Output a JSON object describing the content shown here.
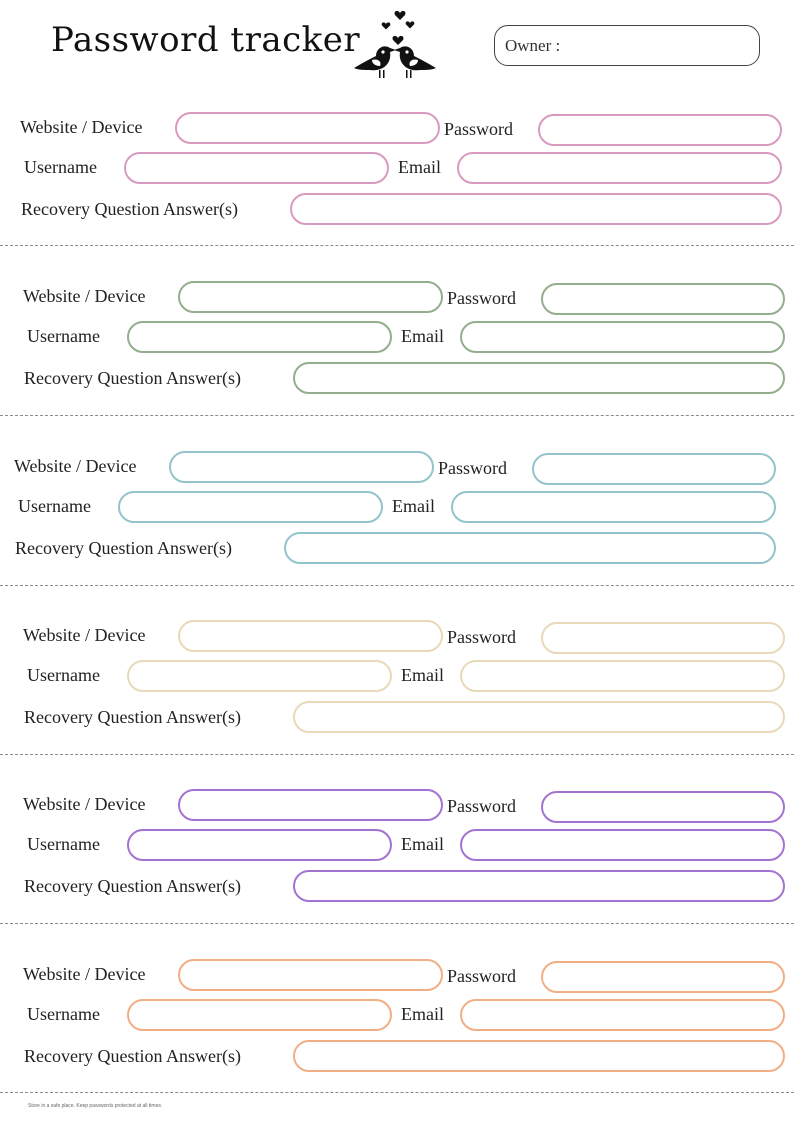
{
  "header": {
    "title": "Password tracker",
    "owner_label": "Owner :"
  },
  "labels": {
    "website": "Website / Device",
    "password": "Password",
    "username": "Username",
    "email": "Email",
    "recovery": "Recovery Question Answer(s)"
  },
  "sections": [
    {
      "color": "#d99ac0"
    },
    {
      "color": "#94ad8d"
    },
    {
      "color": "#93c3cc"
    },
    {
      "color": "#e8d9b8"
    },
    {
      "color": "#a373d2"
    },
    {
      "color": "#f2ae86"
    }
  ],
  "footer": {
    "note": "Store in a safe place. Keep passwords protected at all times."
  }
}
